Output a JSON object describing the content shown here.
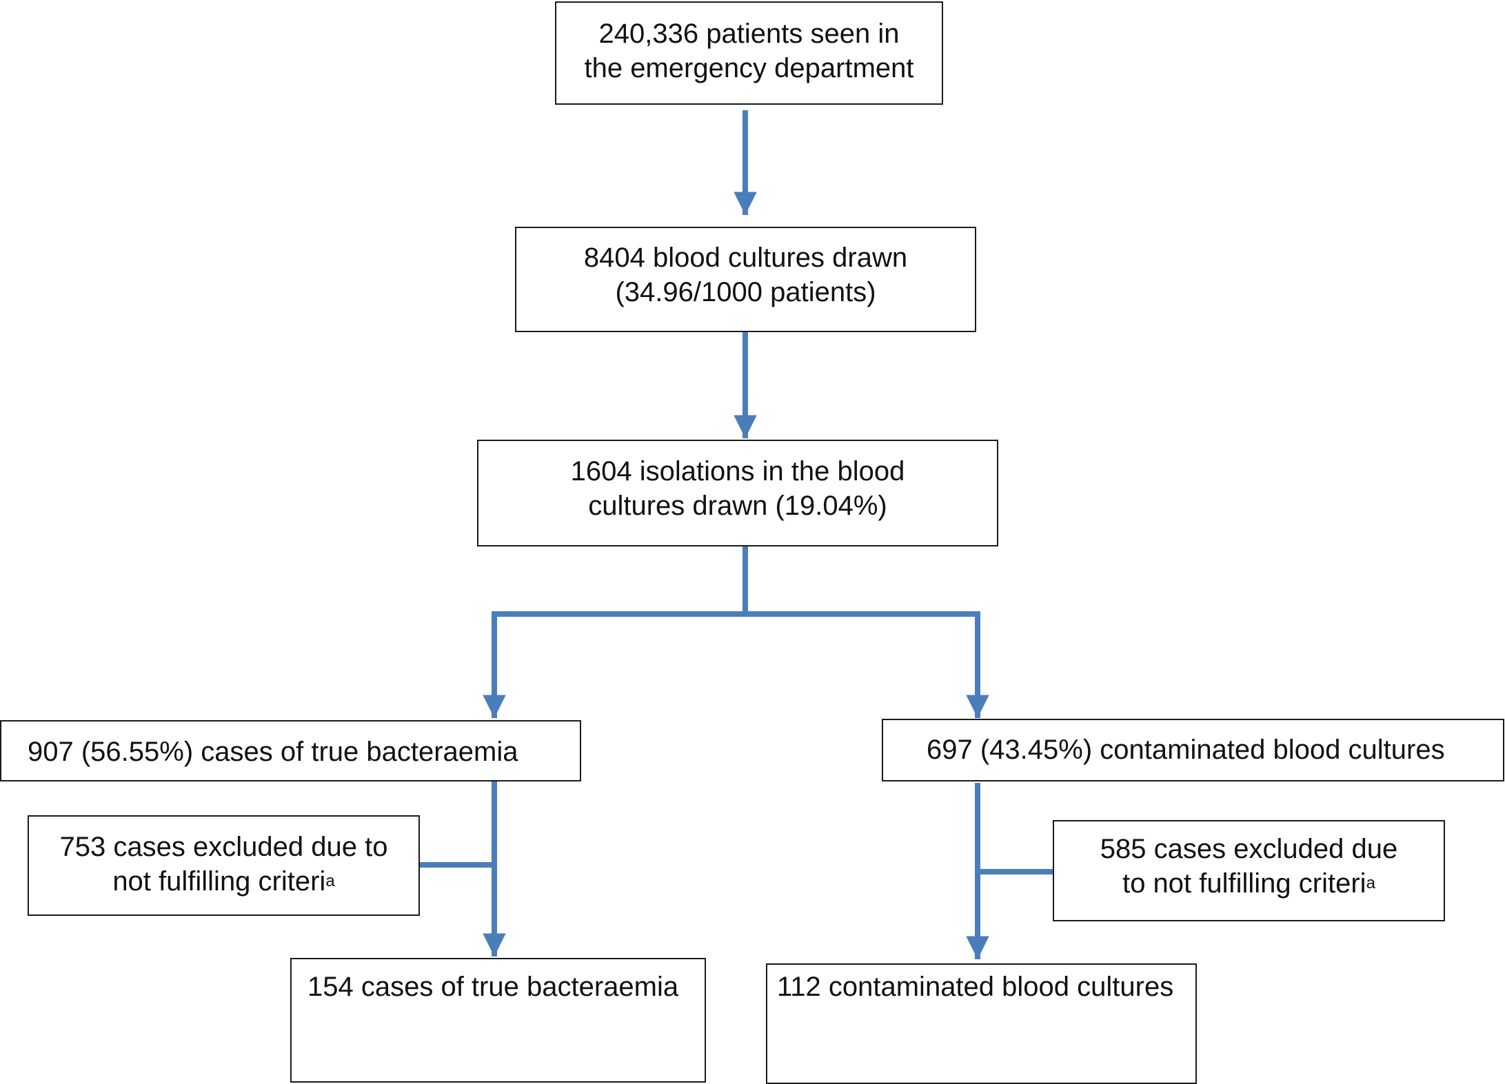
{
  "diagram": {
    "colors": {
      "connector": "#4a7ebb",
      "border": "#1a1a1a",
      "text": "#111111"
    },
    "nodes": {
      "patients": {
        "line1": "240,336 patients seen in",
        "line2": "the emergency department"
      },
      "cultures": {
        "line1": "8404 blood cultures drawn",
        "line2": "(34.96/1000 patients)"
      },
      "isolations": {
        "line1": "1604 isolations in the blood",
        "line2": "cultures drawn (19.04%)"
      },
      "true_bact": {
        "line1": "907 (56.55%) cases of true bacteraemia"
      },
      "contam": {
        "line1": "697 (43.45%) contaminated blood cultures"
      },
      "excl_left": {
        "line1": "753 cases excluded due to",
        "line2": "not fulfilling criteri",
        "sup": "a"
      },
      "excl_right": {
        "line1": "585 cases excluded due",
        "line2": "to not fulfilling criteri",
        "sup": "a"
      },
      "final_true": {
        "line1": "154 cases of true bacteraemia"
      },
      "final_contam": {
        "line1": "112 contaminated blood cultures"
      }
    }
  }
}
